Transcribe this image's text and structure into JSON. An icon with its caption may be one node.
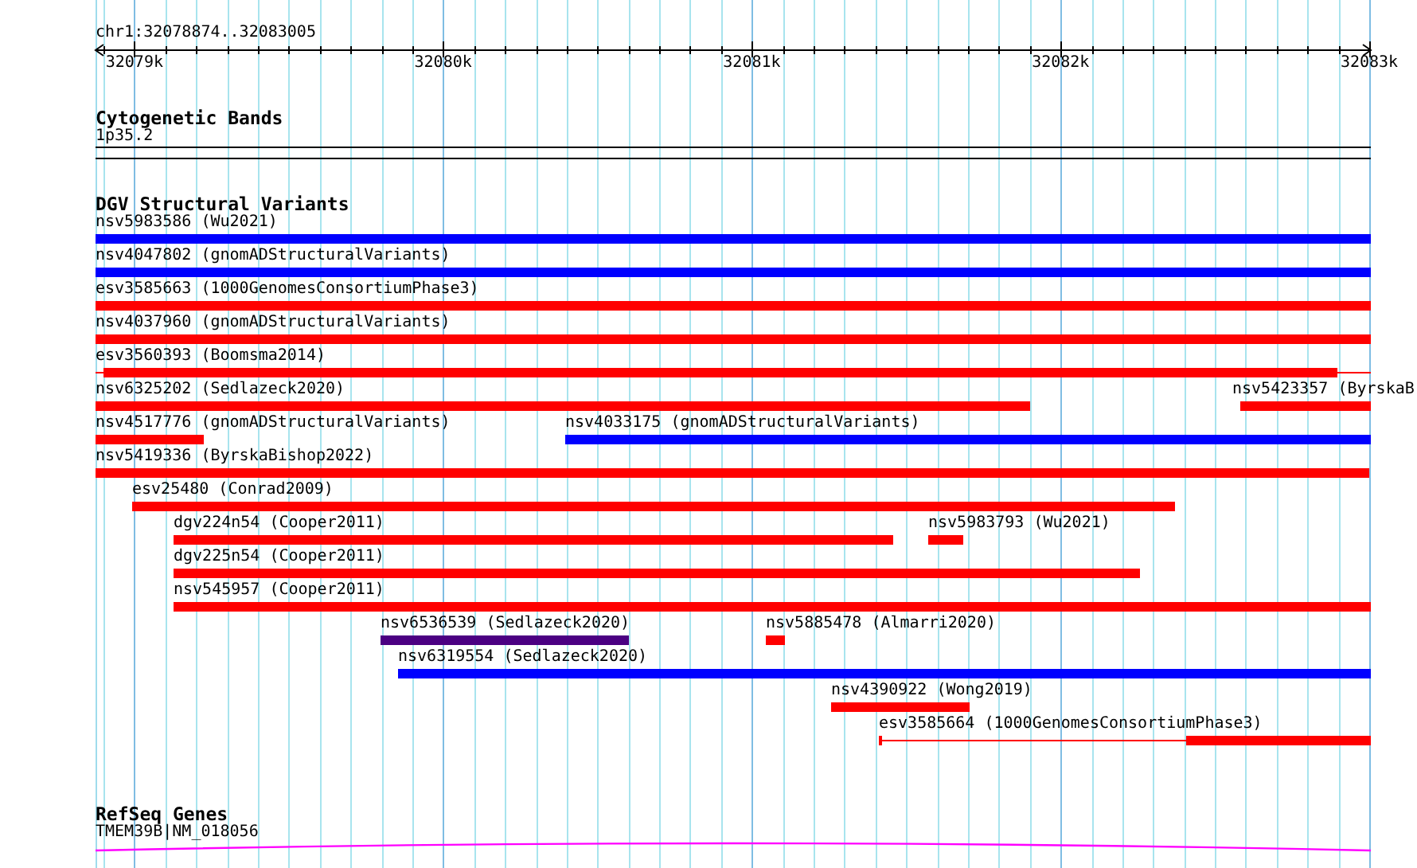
{
  "diagram": {
    "nodes": [
      {
        "text": [
          "1p35.2"
        ]
      },
      {
        "text": [
          "nsv5983586 (Wu2021)"
        ]
      },
      {
        "text": [
          "nsv4047802 (gnomADStructuralVariants)"
        ]
      },
      {
        "text": [
          "esv3585663 (1000GenomesConsortiumPhase3)"
        ]
      },
      {
        "text": [
          "nsv4037960 (gnomADStructuralVariants)"
        ]
      },
      {
        "text": [
          "esv3560393 (Boomsma2014)"
        ]
      },
      {
        "text": [
          "nsv6325202 (Sedlazeck2020)"
        ]
      },
      {
        "text": [
          "nsv5423357 (ByrskaB"
        ]
      },
      {
        "text": [
          "nsv4517776 (gnomADStructuralVariants)"
        ]
      },
      {
        "text": [
          "nsv4033175 (gnomADStructuralVariants)"
        ]
      },
      {
        "text": [
          "nsv5419336 (ByrskaBishop2022)"
        ]
      },
      {
        "text": [
          "esv25480 (Conrad2009)"
        ]
      },
      {
        "text": [
          "dgv224n54 (Cooper2011)"
        ]
      },
      {
        "text": [
          "nsv5983793 (Wu2021)"
        ]
      },
      {
        "text": [
          "dgv225n54 (Cooper2011)"
        ]
      },
      {
        "text": [
          "nsv545957 (Cooper2011)"
        ]
      },
      {
        "text": [
          "nsv6536539 (Sedlazeck2020)"
        ]
      },
      {
        "text": [
          "nsv5885478 (Almarri2020)"
        ]
      },
      {
        "text": [
          "nsv6319554 (Sedlazeck2020)"
        ]
      },
      {
        "text": [
          "nsv4390922 (Wong2019)"
        ]
      },
      {
        "text": [
          "esv3585664 (1000GenomesConsortiumPhase3)"
        ]
      },
      {
        "text": [
          "TMEM39B|NM_018056"
        ]
      }
    ],
    "labels": [
      "chr1:32078874..32083005",
      "32079k",
      "32080k",
      "32081k",
      "32082k",
      "32083k",
      "Cytogenetic Bands",
      "DGV Structural Variants",
      "RefSeq Genes"
    ]
  }
}
